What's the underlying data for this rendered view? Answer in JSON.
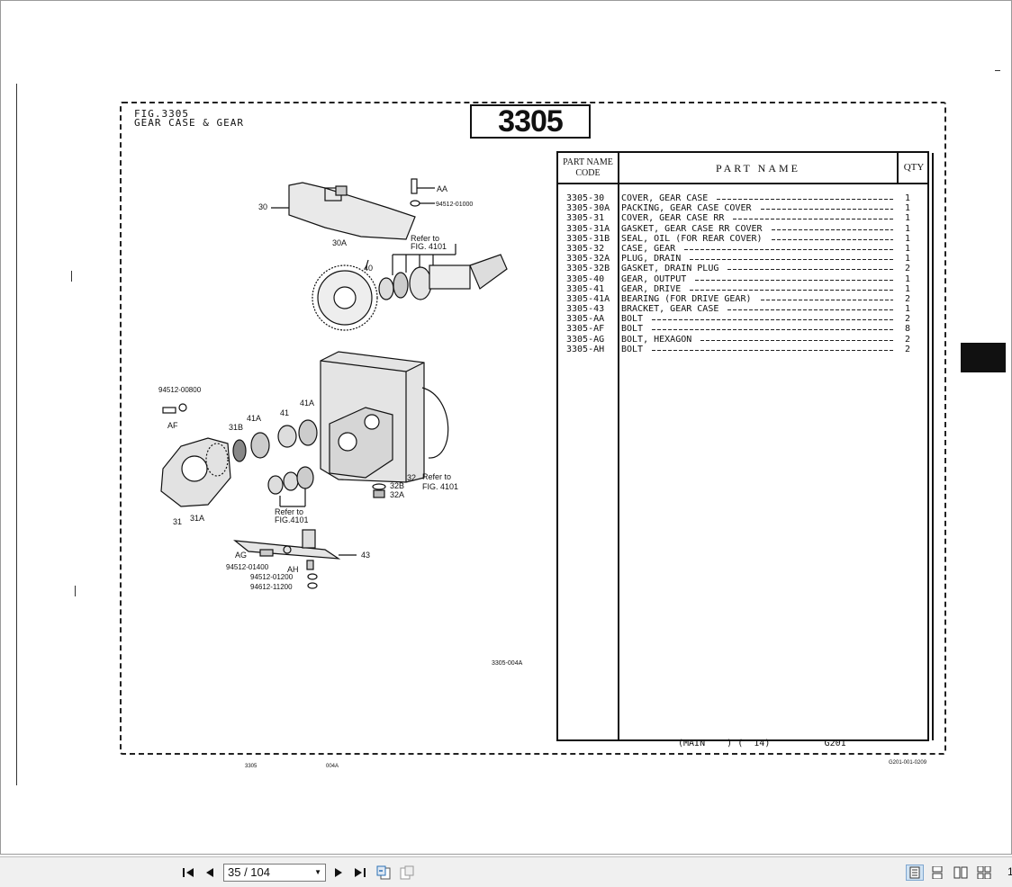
{
  "figure": {
    "label_line1": "FIG.3305",
    "label_line2": "GEAR CASE & GEAR",
    "number": "3305",
    "drawing_ref": "3305-004A"
  },
  "drawing_callouts": {
    "aa": "AA",
    "bolt_94512_01000": "94512-01000",
    "c30": "30",
    "c30a": "30A",
    "refer1_line1": "Refer to",
    "refer1_line2": "FIG. 4101",
    "c40": "40",
    "bolt_94512_00800": "94512-00800",
    "af": "AF",
    "c41a_left": "41A",
    "c41": "41",
    "c41a_right": "41A",
    "c31b": "31B",
    "c31": "31",
    "c31a": "31A",
    "c32": "32",
    "c32b": "32B",
    "c32a": "32A",
    "refer2_line1": "Refer to",
    "refer2_line2": "FIG. 4101",
    "refer3_line1": "Refer to",
    "refer3_line2": "FIG.4101",
    "ag": "AG",
    "c43": "43",
    "bolt_94512_01400": "94512-01400",
    "ah": "AH",
    "bolt_94512_01200": "94512-01200",
    "bolt_94612_11200": "94612-11200"
  },
  "table": {
    "header_code_line1": "PART NAME",
    "header_code_line2": "CODE",
    "header_name": "PART NAME",
    "header_qty": "QTY",
    "rows": [
      {
        "code": "3305-30",
        "name": "COVER, GEAR CASE",
        "qty": "1"
      },
      {
        "code": "3305-30A",
        "name": "PACKING, GEAR CASE COVER",
        "qty": "1"
      },
      {
        "code": "3305-31",
        "name": "COVER, GEAR CASE RR",
        "qty": "1"
      },
      {
        "code": "3305-31A",
        "name": "GASKET, GEAR CASE RR COVER",
        "qty": "1"
      },
      {
        "code": "3305-31B",
        "name": "SEAL, OIL (FOR REAR COVER)",
        "qty": "1"
      },
      {
        "code": "3305-32",
        "name": "CASE, GEAR",
        "qty": "1"
      },
      {
        "code": "3305-32A",
        "name": "PLUG, DRAIN",
        "qty": "1"
      },
      {
        "code": "3305-32B",
        "name": "GASKET, DRAIN PLUG",
        "qty": "2"
      },
      {
        "code": "3305-40",
        "name": "GEAR, OUTPUT",
        "qty": "1"
      },
      {
        "code": "3305-41",
        "name": "GEAR, DRIVE",
        "qty": "1"
      },
      {
        "code": "3305-41A",
        "name": "BEARING (FOR DRIVE GEAR)",
        "qty": "2"
      },
      {
        "code": "3305-43",
        "name": "BRACKET, GEAR CASE",
        "qty": "1"
      },
      {
        "code": "3305-AA",
        "name": "BOLT",
        "qty": "2"
      },
      {
        "code": "3305-AF",
        "name": "BOLT",
        "qty": "8"
      },
      {
        "code": "3305-AG",
        "name": "BOLT, HEXAGON",
        "qty": "2"
      },
      {
        "code": "3305-AH",
        "name": "BOLT",
        "qty": "2"
      }
    ],
    "footer": "(MAIN    ) (  14)          G201"
  },
  "sheet_marks": {
    "bottom_left": "3305",
    "bottom_mid": "004A",
    "bottom_right": "G201-001-0209"
  },
  "toolbar": {
    "page_value": "35 / 104",
    "edge_digit": "1"
  }
}
